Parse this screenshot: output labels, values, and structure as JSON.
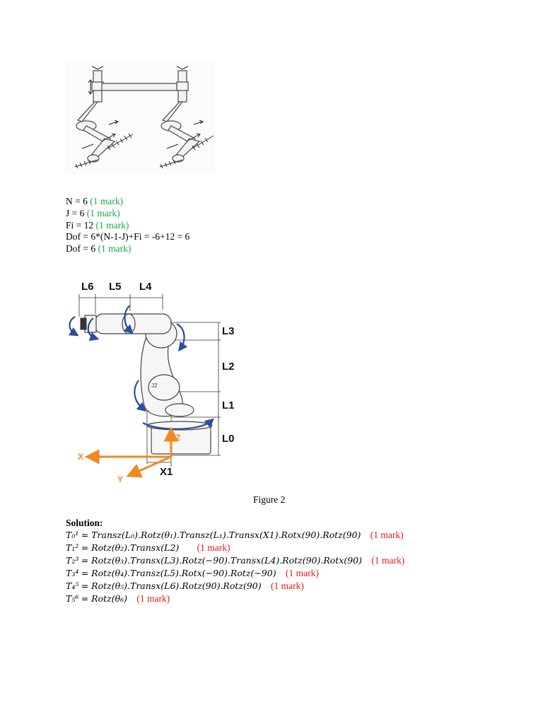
{
  "dof_calc": {
    "lines": [
      {
        "text": "N = 6 ",
        "mark": "(1 mark)"
      },
      {
        "text": "J = 6 ",
        "mark": "(1 mark)"
      },
      {
        "text": "Fi = 12 ",
        "mark": "(1 mark)"
      },
      {
        "text": "Dof = 6*(N-1-J)+Fi = -6+12 = 6",
        "mark": ""
      },
      {
        "text": "Dof = 6 ",
        "mark": "(1 mark)"
      }
    ]
  },
  "figure2": {
    "caption": "Figure 2",
    "labels": {
      "l6": "L6",
      "l5": "L5",
      "l4": "L4",
      "l3": "L3",
      "l2": "L2",
      "l1": "L1",
      "l0": "L0",
      "x_axis": "X",
      "y_axis": "Y",
      "z_axis": "Z",
      "x1": "X1",
      "j2": "J2"
    }
  },
  "solution": {
    "heading": "Solution:",
    "transforms": [
      {
        "lhs": "T₀¹",
        "rhs": "= Transz(L₀).Rotz(θ₁).Transz(L₁).Transx(X1).Rotx(90).Rotz(90)",
        "mark": "(1 mark)"
      },
      {
        "lhs": "T₁²",
        "rhs": "= Rotz(θ₂).Transx(L2)",
        "mark": "(1 mark)"
      },
      {
        "lhs": "T₂³",
        "rhs": "= Rotz(θ₃).Transx(L3).Rotz(−90).Transx(L4).Rotz(90).Rotx(90)",
        "mark": "(1 mark)"
      },
      {
        "lhs": "T₃⁴",
        "rhs": "= Rotz(θ₄).Transz(L5).Rotx(−90).Rotz(−90)",
        "mark": "(1 mark)"
      },
      {
        "lhs": "T₄⁵",
        "rhs": "= Rotz(θ₅).Transx(L6).Rotz(90).Rotz(90)",
        "mark": "(1 mark)"
      },
      {
        "lhs": "T₅⁶",
        "rhs": "= Rotz(θ₆)",
        "mark": "(1 mark)"
      }
    ]
  }
}
